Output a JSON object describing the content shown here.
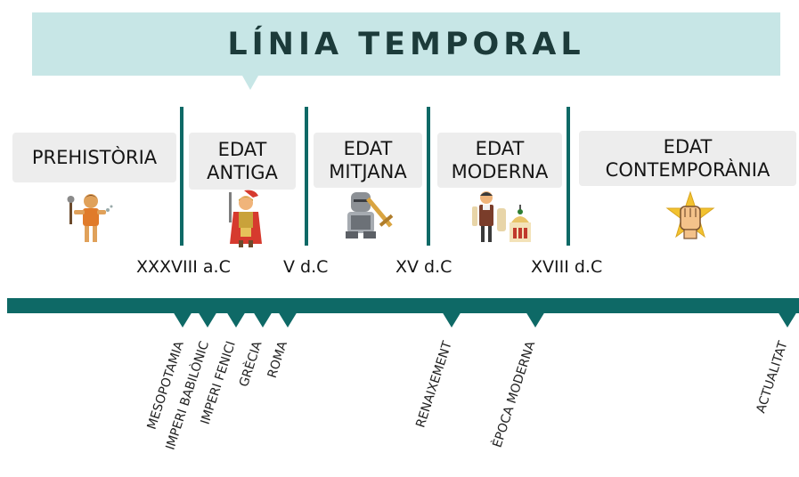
{
  "title": "LÍNIA TEMPORAL",
  "eras": [
    {
      "label": "PREHISTÒRIA",
      "icon": "caveman-icon"
    },
    {
      "label": "EDAT ANTIGA",
      "icon": "roman-soldier-icon"
    },
    {
      "label": "EDAT MITJANA",
      "icon": "knight-icon"
    },
    {
      "label": "EDAT MODERNA",
      "icon": "explorer-icon"
    },
    {
      "label": "EDAT CONTEMPORÀNIA",
      "icon": "raised-fist-icon"
    }
  ],
  "dates": [
    "XXXVIII a.C",
    "V d.C",
    "XV d.C",
    "XVIII d.C"
  ],
  "events": [
    "MESOPOTAMIA",
    "IMPERI BABILÒNIC",
    "IMPERI FENICI",
    "GRÈCIA",
    "ROMA",
    "RENAIXEMENT",
    "ÈPOCA MODERNA",
    "ACTUALITAT"
  ],
  "colors": {
    "axis": "#0e6966",
    "title_bg": "#c7e6e6",
    "era_bg": "#ededed"
  }
}
